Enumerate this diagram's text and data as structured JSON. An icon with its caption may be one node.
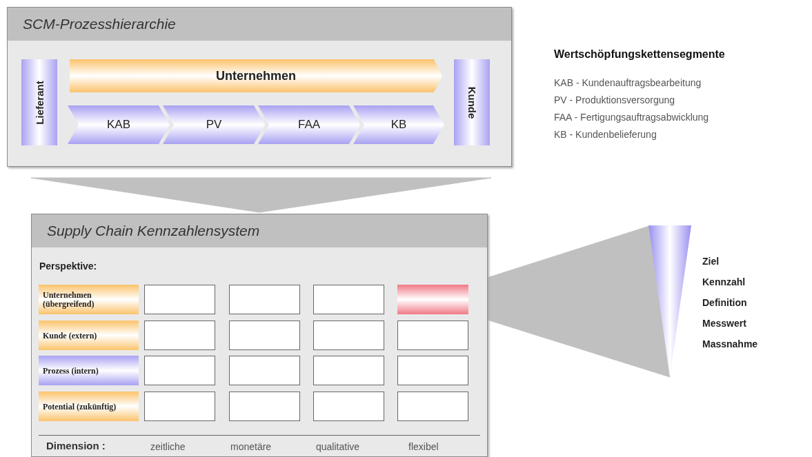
{
  "diagram": {
    "nodes": [
      {
        "text": [
          "SCM-Prozesshierarchie"
        ]
      },
      {
        "text": [
          "Lieferant"
        ],
        "in": 0
      },
      {
        "text": [
          "Unternehmen"
        ],
        "in": 0
      },
      {
        "text": [
          "KAB"
        ],
        "in": 0
      },
      {
        "text": [
          "PV"
        ],
        "in": 0
      },
      {
        "text": [
          "FAA"
        ],
        "in": 0
      },
      {
        "text": [
          "KB"
        ],
        "in": 0
      },
      {
        "text": [
          "Kunde"
        ],
        "in": 0
      },
      {
        "text": [
          "Supply Chain Kennzahlensystem"
        ]
      },
      {
        "text": [
          "Unternehmen (übergreifend)"
        ],
        "in": 8
      },
      {
        "text": [],
        "shape": "box",
        "in": 8
      },
      {
        "text": [],
        "shape": "box",
        "in": 8
      },
      {
        "text": [],
        "shape": "box",
        "in": 8
      },
      {
        "text": [],
        "shape": "box",
        "in": 8
      },
      {
        "text": [
          "Kunde (extern)"
        ],
        "in": 8
      },
      {
        "text": [],
        "shape": "box",
        "in": 8
      },
      {
        "text": [],
        "shape": "box",
        "in": 8
      },
      {
        "text": [],
        "shape": "box",
        "in": 8
      },
      {
        "text": [],
        "shape": "box",
        "in": 8
      },
      {
        "text": [
          "Prozess (intern)"
        ],
        "in": 8
      },
      {
        "text": [],
        "shape": "box",
        "in": 8
      },
      {
        "text": [],
        "shape": "box",
        "in": 8
      },
      {
        "text": [],
        "shape": "box",
        "in": 8
      },
      {
        "text": [],
        "shape": "box",
        "in": 8
      },
      {
        "text": [
          "Potential (zukünftig)"
        ],
        "in": 8
      },
      {
        "text": [],
        "shape": "box",
        "in": 8
      },
      {
        "text": [],
        "shape": "box",
        "in": 8
      },
      {
        "text": [],
        "shape": "box",
        "in": 8
      },
      {
        "text": [],
        "shape": "box",
        "in": 8
      },
      {
        "text": [],
        "shape": "triangle",
        "beside": [
          "Ziel",
          "Kennzahl",
          "Definition",
          "Messwert",
          "Massnahme"
        ]
      }
    ],
    "edges": [
      {
        "from": 0,
        "to": 8,
        "arrow": "to"
      },
      {
        "from": 13,
        "to": 29,
        "arrow": "none"
      }
    ],
    "labels": [
      "Wertschöpfungskettensegmente",
      "KAB - Kundenauftragsbearbeitung",
      "PV - Produktionsversorgung",
      "FAA - Fertigungsauftragsabwicklung",
      "KB - Kundenbelieferung",
      "Perspektive:",
      "Dimension :",
      "zeitliche",
      "monetäre",
      "qualitative",
      "flexibel"
    ]
  }
}
